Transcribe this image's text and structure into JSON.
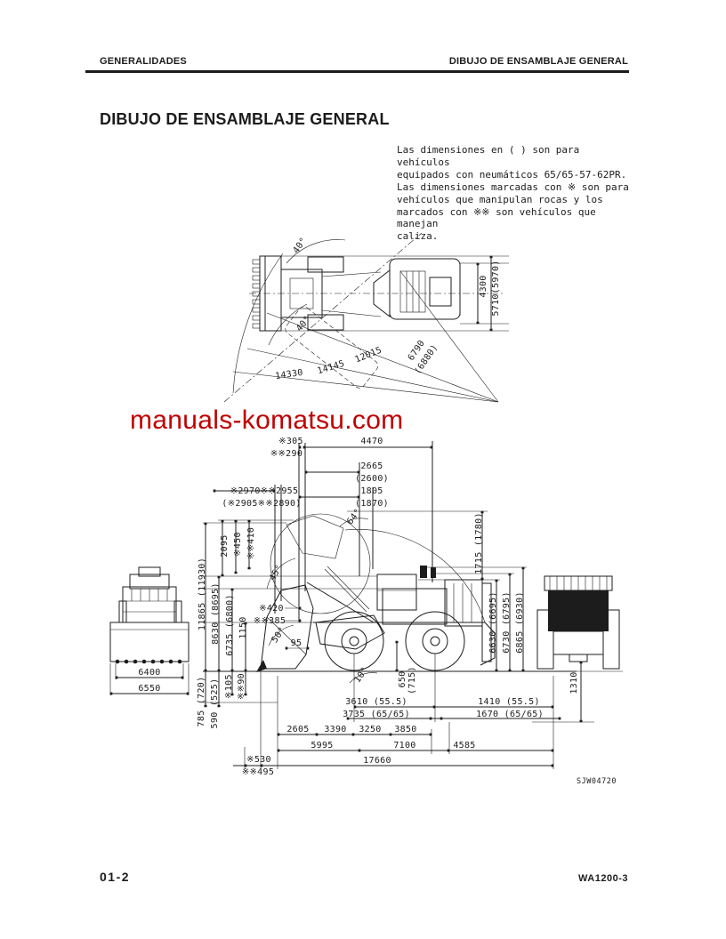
{
  "page": {
    "header": {
      "left": "GENERALIDADES",
      "right": "DIBUJO DE ENSAMBLAJE GENERAL"
    },
    "title": "DIBUJO DE ENSAMBLAJE GENERAL",
    "intro_lines": [
      "Las dimensiones en ( ) son para vehículos",
      "equipados con neumáticos 65/65-57-62PR.",
      "Las dimensiones marcadas con ※ son para",
      "vehículos que manipulan rocas y los",
      "marcados con ※※ son vehículos que manejan",
      "caliza."
    ],
    "watermark": "manuals-komatsu.com",
    "drawing_code": "SJW04720",
    "footer": {
      "left": "01-2",
      "right": "WA1200-3"
    },
    "colors": {
      "watermark_red": "#c00000",
      "ink": "#1c1c1c",
      "background": "#ffffff"
    }
  },
  "top_view": {
    "angle_articulation_upper": "40°",
    "angle_articulation_lower": "40°",
    "radius_outer": "14330",
    "radius_mid": "14145",
    "radius_inner": "12015",
    "radius_rear": "6790",
    "radius_rear_alt": "(6880)",
    "width_over_tires": "4300",
    "width_overall": "5710(5970)"
  },
  "side_view": {
    "dim_305": "※305",
    "dim_290": "※※290",
    "dim_4470": "4470",
    "dim_2665": "2665",
    "dim_2600": "(2600)",
    "dim_1805": "1805",
    "dim_1870": "(1870)",
    "dim_2970_2955": "※2970※※2955",
    "dim_2905_2890": "(※2905※※2890)",
    "dim_2095": "2095",
    "dim_450": "※450",
    "dim_410": "※※410",
    "dim_11865": "11865 (11930)",
    "dim_8630": "8630 (8695)",
    "dim_6735": "6735 (6800)",
    "dim_1150": "1150",
    "dim_105": "※105",
    "dim_90": "※※90",
    "dim_785": "785 (720)",
    "dim_590": "590 (525)",
    "angle_64": "64°",
    "angle_45": "45°",
    "angle_50": "50°",
    "angle_10": "10°",
    "dim_420": "※420",
    "dim_385": "※※385",
    "dim_95": "95",
    "dim_650": "650",
    "dim_715": "(715)",
    "dim_1715": "1715 (1780)",
    "dim_6630": "6630 (6695)",
    "dim_6730": "6730 (6795)",
    "dim_6865": "6865 (6930)",
    "dim_1310": "1310",
    "dim_3610": "3610 (55.5)",
    "dim_3735": "3735 (65/65)",
    "dim_1410": "1410 (55.5)",
    "dim_1670": "1670 (65/65)",
    "dim_2605": "2605",
    "dim_3390": "3390",
    "dim_3250": "3250",
    "dim_3850": "3850",
    "dim_5995": "5995",
    "dim_7100": "7100",
    "dim_4585": "4585",
    "dim_17660": "17660",
    "dim_530": "※530",
    "dim_495": "※※495",
    "dim_6400": "6400",
    "dim_6550": "6550"
  }
}
